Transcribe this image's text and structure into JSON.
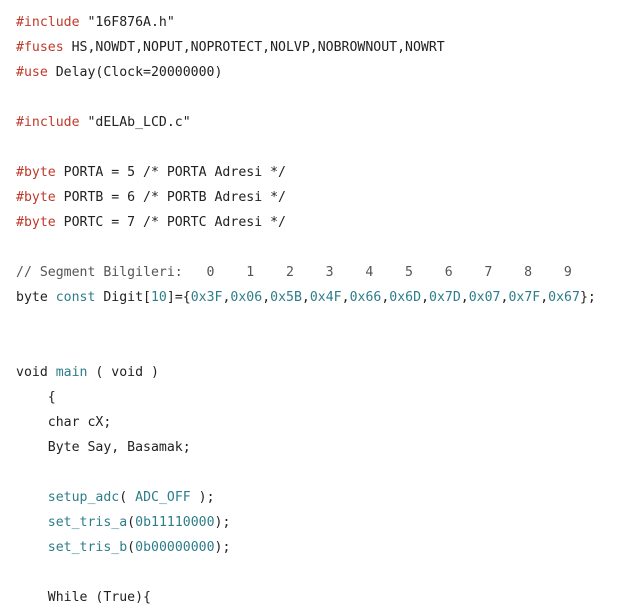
{
  "colors": {
    "background": "#ffffff",
    "directive": "#c0392b",
    "keyword": "#2e7d8a",
    "text": "#222222"
  },
  "code_lines": [
    {
      "tokens": [
        {
          "t": "directive",
          "v": "#include"
        },
        {
          "t": "plain",
          "v": " \"16F876A.h\""
        }
      ]
    },
    {
      "tokens": [
        {
          "t": "directive",
          "v": "#fuses"
        },
        {
          "t": "plain",
          "v": " HS,NOWDT,NOPUT,NOPROTECT,NOLVP,NOBROWNOUT,NOWRT"
        }
      ]
    },
    {
      "tokens": [
        {
          "t": "directive",
          "v": "#use"
        },
        {
          "t": "plain",
          "v": " Delay(Clock=20000000)"
        }
      ]
    },
    {
      "tokens": []
    },
    {
      "tokens": [
        {
          "t": "directive",
          "v": "#include"
        },
        {
          "t": "plain",
          "v": " \"dELAb_LCD.c\""
        }
      ]
    },
    {
      "tokens": []
    },
    {
      "tokens": [
        {
          "t": "directive",
          "v": "#byte"
        },
        {
          "t": "plain",
          "v": " PORTA = 5 /* PORTA Adresi */"
        }
      ]
    },
    {
      "tokens": [
        {
          "t": "directive",
          "v": "#byte"
        },
        {
          "t": "plain",
          "v": " PORTB = 6 /* PORTB Adresi */"
        }
      ]
    },
    {
      "tokens": [
        {
          "t": "directive",
          "v": "#byte"
        },
        {
          "t": "plain",
          "v": " PORTC = 7 /* PORTC Adresi */"
        }
      ]
    },
    {
      "tokens": []
    },
    {
      "tokens": [
        {
          "t": "linecomment",
          "v": "// Segment Bilgileri:   0    1    2    3    4    5    6    7    8    9"
        }
      ]
    },
    {
      "tokens": [
        {
          "t": "plain",
          "v": "byte "
        },
        {
          "t": "keyword",
          "v": "const"
        },
        {
          "t": "plain",
          "v": " Digit["
        },
        {
          "t": "number",
          "v": "10"
        },
        {
          "t": "plain",
          "v": "]={"
        },
        {
          "t": "number",
          "v": "0x3F"
        },
        {
          "t": "plain",
          "v": ","
        },
        {
          "t": "number",
          "v": "0x06"
        },
        {
          "t": "plain",
          "v": ","
        },
        {
          "t": "number",
          "v": "0x5B"
        },
        {
          "t": "plain",
          "v": ","
        },
        {
          "t": "number",
          "v": "0x4F"
        },
        {
          "t": "plain",
          "v": ","
        },
        {
          "t": "number",
          "v": "0x66"
        },
        {
          "t": "plain",
          "v": ","
        },
        {
          "t": "number",
          "v": "0x6D"
        },
        {
          "t": "plain",
          "v": ","
        },
        {
          "t": "number",
          "v": "0x7D"
        },
        {
          "t": "plain",
          "v": ","
        },
        {
          "t": "number",
          "v": "0x07"
        },
        {
          "t": "plain",
          "v": ","
        },
        {
          "t": "number",
          "v": "0x7F"
        },
        {
          "t": "plain",
          "v": ","
        },
        {
          "t": "number",
          "v": "0x67"
        },
        {
          "t": "plain",
          "v": "};"
        }
      ]
    },
    {
      "tokens": []
    },
    {
      "tokens": []
    },
    {
      "tokens": [
        {
          "t": "plain",
          "v": "void "
        },
        {
          "t": "keyword",
          "v": "main"
        },
        {
          "t": "plain",
          "v": " ( void )"
        }
      ]
    },
    {
      "tokens": [
        {
          "t": "plain",
          "v": "    {"
        }
      ]
    },
    {
      "tokens": [
        {
          "t": "plain",
          "v": "    char cX;"
        }
      ]
    },
    {
      "tokens": [
        {
          "t": "plain",
          "v": "    Byte Say, Basamak;"
        }
      ]
    },
    {
      "tokens": []
    },
    {
      "tokens": [
        {
          "t": "plain",
          "v": "    "
        },
        {
          "t": "keyword",
          "v": "setup_adc"
        },
        {
          "t": "plain",
          "v": "( "
        },
        {
          "t": "keyword",
          "v": "ADC_OFF"
        },
        {
          "t": "plain",
          "v": " );"
        }
      ]
    },
    {
      "tokens": [
        {
          "t": "plain",
          "v": "    "
        },
        {
          "t": "keyword",
          "v": "set_tris_a"
        },
        {
          "t": "plain",
          "v": "("
        },
        {
          "t": "number",
          "v": "0b11110000"
        },
        {
          "t": "plain",
          "v": ");"
        }
      ]
    },
    {
      "tokens": [
        {
          "t": "plain",
          "v": "    "
        },
        {
          "t": "keyword",
          "v": "set_tris_b"
        },
        {
          "t": "plain",
          "v": "("
        },
        {
          "t": "number",
          "v": "0b00000000"
        },
        {
          "t": "plain",
          "v": ");"
        }
      ]
    },
    {
      "tokens": []
    },
    {
      "tokens": [
        {
          "t": "plain",
          "v": "    While (True){"
        }
      ]
    }
  ]
}
